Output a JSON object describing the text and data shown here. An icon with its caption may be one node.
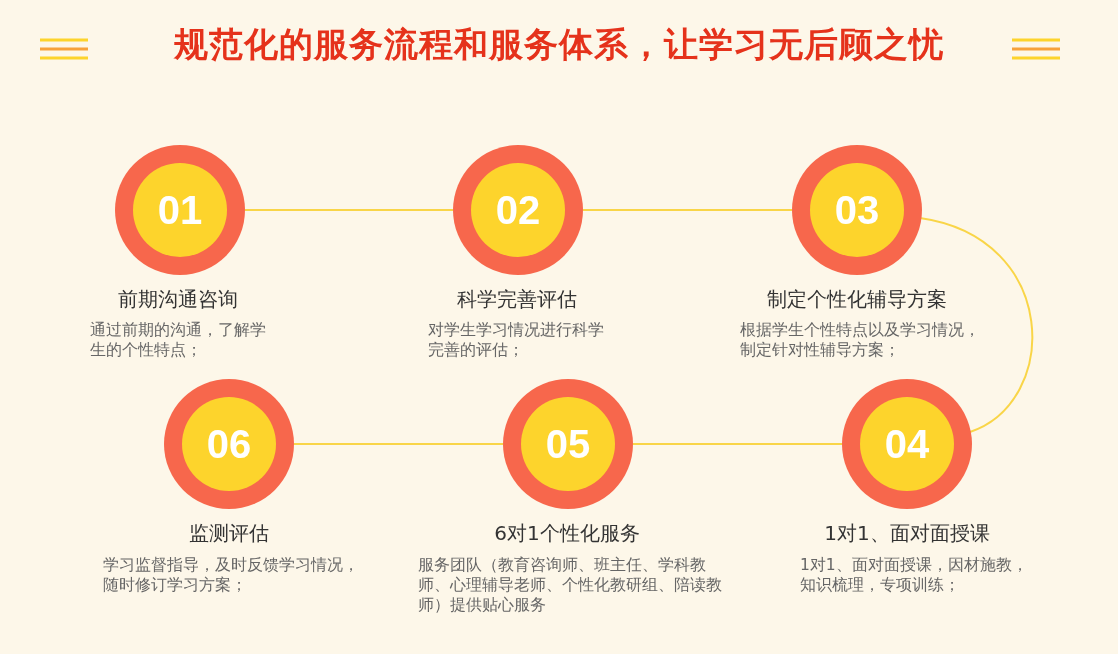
{
  "diagram": {
    "title": "规范化的服务流程和服务体系，让学习无后顾之忧",
    "nodes": [
      {
        "text": [
          "01"
        ],
        "beside": [
          "前期沟通咨询",
          "通过前期的沟通，了解学生的个性特点；"
        ]
      },
      {
        "text": [
          "02"
        ],
        "beside": [
          "科学完善评估",
          "对学生学习情况进行科学完善的评估；"
        ]
      },
      {
        "text": [
          "03"
        ],
        "beside": [
          "制定个性化辅导方案",
          "根据学生个性特点以及学习情况，制定针对性辅导方案；"
        ]
      },
      {
        "text": [
          "04"
        ],
        "beside": [
          "1对1、面对面授课",
          "1对1、面对面授课，因材施教，知识梳理，专项训练；"
        ]
      },
      {
        "text": [
          "05"
        ],
        "beside": [
          "6对1个性化服务",
          "服务团队（教育咨询师、班主任、学科教师、心理辅导老师、个性化教研组、陪读教师）提供贴心服务"
        ]
      },
      {
        "text": [
          "06"
        ],
        "beside": [
          "监测评估",
          "学习监督指导，及时反馈学习情况，随时修订学习方案；"
        ]
      }
    ],
    "edges": [
      {
        "from": 0,
        "to": 1,
        "arrow": "none"
      },
      {
        "from": 1,
        "to": 2,
        "arrow": "none"
      },
      {
        "from": 2,
        "to": 3,
        "arrow": "none"
      },
      {
        "from": 3,
        "to": 4,
        "arrow": "none"
      },
      {
        "from": 4,
        "to": 5,
        "arrow": "none"
      }
    ]
  }
}
